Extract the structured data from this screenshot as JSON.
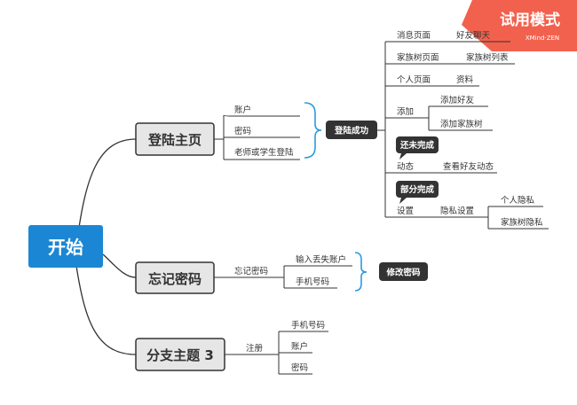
{
  "watermark": {
    "title": "试用模式",
    "brand": "XMind·ZEN"
  },
  "root": {
    "label": "开始"
  },
  "branches": {
    "login": {
      "label": "登陆主页",
      "items": [
        "账户",
        "密码",
        "老师或学生登陆"
      ],
      "summary": "登陆成功",
      "pages": {
        "messages": {
          "label": "消息页面",
          "child": "好友聊天"
        },
        "family_tree": {
          "label": "家族树页面",
          "child": "家族树列表"
        },
        "personal": {
          "label": "个人页面",
          "child": "资料"
        },
        "add": {
          "label": "添加",
          "children": [
            "添加好友",
            "添加家族树"
          ]
        },
        "feed": {
          "label": "动态",
          "child": "查看好友动态",
          "callout": "还未完成"
        },
        "settings": {
          "label": "设置",
          "callout": "部分完成",
          "privacy": {
            "label": "隐私设置",
            "children": [
              "个人隐私",
              "家族树隐私"
            ]
          }
        }
      }
    },
    "forgot": {
      "label": "忘记密码",
      "item": "忘记密码",
      "children": [
        "输入丢失账户",
        "手机号码"
      ],
      "summary": "修改密码"
    },
    "branch3": {
      "label": "分支主题 3",
      "item": "注册",
      "children": [
        "手机号码",
        "账户",
        "密码"
      ]
    }
  },
  "colors": {
    "root_fill": "#1b86d4",
    "topic_fill": "#e6e6e6",
    "topic_border": "#333333",
    "line": "#333333",
    "bracket": "#2a9be0",
    "summary_fill": "#333333",
    "watermark_fill": "#f2614d"
  }
}
